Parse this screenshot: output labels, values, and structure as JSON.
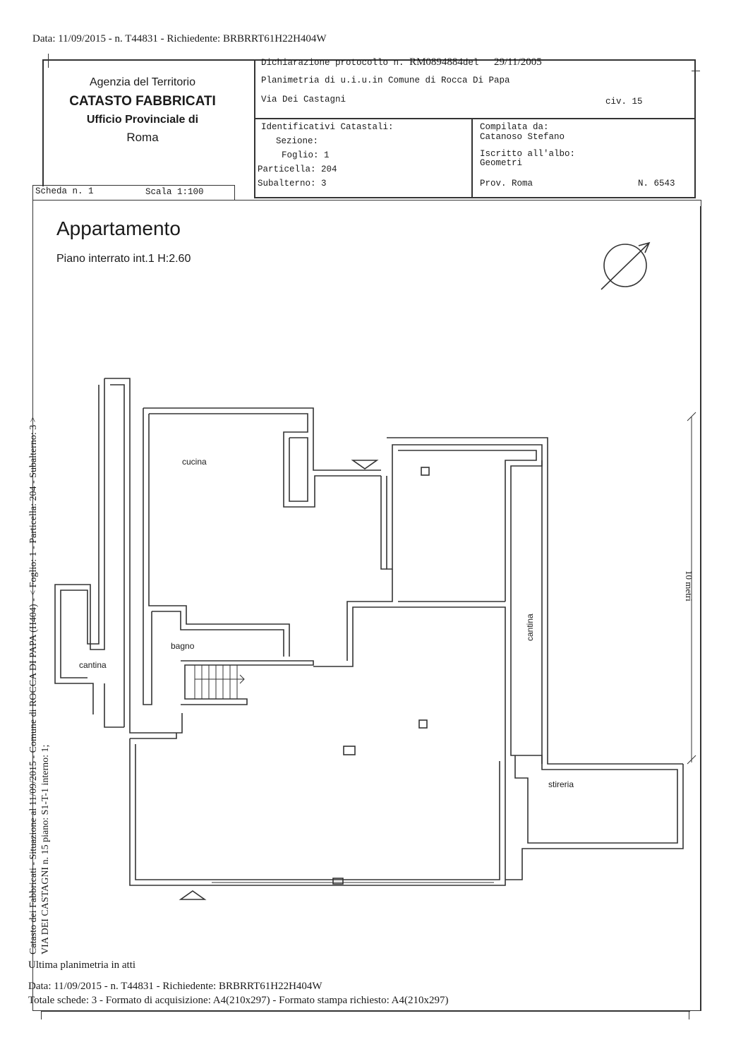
{
  "header_top": "Data: 11/09/2015 - n. T44831 - Richiedente: BRBRRT61H22H404W",
  "agency": {
    "line1": "Agenzia del Territorio",
    "line2": "CATASTO FABBRICATI",
    "line3": "Ufficio Provinciale di",
    "line4": "Roma"
  },
  "protocol": {
    "label": "Dichiarazione protocollo n.",
    "number": "RM0894884",
    "del": "del",
    "date": "29/11/2005"
  },
  "planimetria": "Planimetria di u.i.u.in Comune di Rocca Di Papa",
  "address": {
    "street": "Via Dei Castagni",
    "civ": "civ. 15"
  },
  "identificativi": {
    "title": "Identificativi Catastali:",
    "sezione": "Sezione:",
    "foglio": "Foglio: 1",
    "particella": "Particella: 204",
    "subalterno": "Subalterno: 3"
  },
  "compilata": {
    "label": "Compilata da:",
    "name": "Catanoso Stefano",
    "iscritto": "Iscritto all'albo:",
    "albo": "Geometri",
    "prov": "Prov. Roma",
    "n": "N.  6543"
  },
  "scheda": {
    "scheda": "Scheda n. 1",
    "scala": "Scala 1:100"
  },
  "plan": {
    "title": "Appartamento",
    "subtitle": "Piano interrato int.1 H:2.60",
    "rooms": {
      "cucina": "cucina",
      "bagno": "bagno",
      "cantina_left": "cantina",
      "cantina_right": "cantina",
      "stireria": "stireria"
    },
    "scale_label": "10 metri"
  },
  "side_text": {
    "line1": "Catasto dei Fabbricati - Situazione al 11/09/2015 - Comune di ROCCA DI PAPA (H404) - < Foglio: 1 - Particella: 204 - Subalterno: 3 >",
    "line2": "VIA DEI CASTAGNI n. 15 piano: S1-T-1 interno: 1;"
  },
  "footer": {
    "ultima": "Ultima planimetria in atti",
    "data": "Data: 11/09/2015 - n. T44831 - Richiedente: BRBRRT61H22H404W",
    "totale": "Totale schede: 3 - Formato di acquisizione: A4(210x297)  - Formato stampa richiesto: A4(210x297)"
  }
}
